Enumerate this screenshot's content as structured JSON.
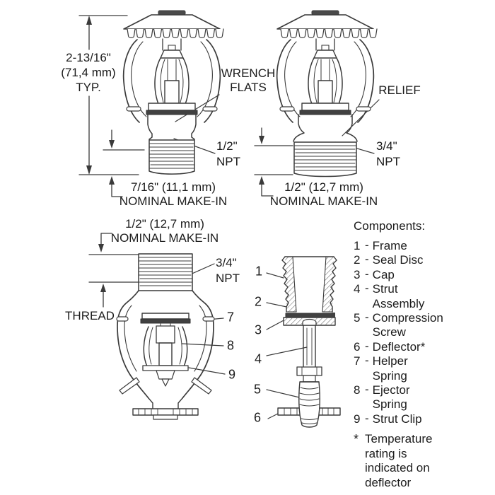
{
  "colors": {
    "line": "#3a3a3a",
    "text": "#1c1c1c",
    "dark_fill": "#414141",
    "background": "#ffffff"
  },
  "upright_left": {
    "height_dim": "2-13/16\"\n(71,4 mm)\nTYP.",
    "wrench_flats_label": "WRENCH\nFLATS",
    "npt_label": "1/2\"\nNPT",
    "make_in_label": "7/16\" (11,1 mm)\nNOMINAL MAKE-IN"
  },
  "upright_right": {
    "relief_label": "RELIEF",
    "npt_label": "3/4\"\nNPT",
    "make_in_label": "1/2\" (12,7 mm)\nNOMINAL MAKE-IN"
  },
  "pendent": {
    "make_in_label": "1/2\" (12,7 mm)\nNOMINAL MAKE-IN",
    "npt_label": "3/4\"\nNPT",
    "thread_label": "THREAD",
    "callout_helper_spring": "7",
    "callout_ejector_spring": "8",
    "callout_strut_clip": "9"
  },
  "cross_section": {
    "callout_frame": "1",
    "callout_seal_disc": "2",
    "callout_cap": "3",
    "callout_strut_assembly": "4",
    "callout_compression_screw": "5",
    "callout_deflector": "6"
  },
  "components": {
    "heading": "Components:",
    "separator": "-",
    "items": [
      {
        "num": "1",
        "label": "Frame"
      },
      {
        "num": "2",
        "label": "Seal Disc"
      },
      {
        "num": "3",
        "label": "Cap"
      },
      {
        "num": "4",
        "label": "Strut\nAssembly"
      },
      {
        "num": "5",
        "label": "Compression\nScrew"
      },
      {
        "num": "6",
        "label": "Deflector*"
      },
      {
        "num": "7",
        "label": "Helper\nSpring"
      },
      {
        "num": "8",
        "label": "Ejector\nSpring"
      },
      {
        "num": "9",
        "label": "Strut Clip"
      }
    ],
    "footnote_marker": "*",
    "footnote_text": "Temperature\nrating is\nindicated on\ndeflector"
  }
}
